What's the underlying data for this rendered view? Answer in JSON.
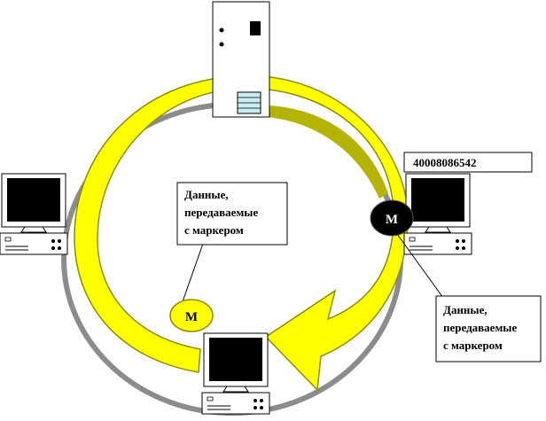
{
  "callout_left": {
    "lines": [
      "Данные,",
      "передаваемые",
      "с маркером"
    ]
  },
  "callout_right": {
    "lines": [
      "Данные,",
      "передаваемые",
      "с маркером"
    ]
  },
  "address_label": "40008086542",
  "token_moving": "М",
  "token_waiting": "М",
  "colors": {
    "ring": "#8c8c8c",
    "arrow": "#ffff00",
    "arrow_outline": "#9a9a00",
    "arrow_shadow": "#b4b400",
    "screen": "#000000",
    "server_vent": "#c8ecf0",
    "token_dark": "#000000",
    "token_light": "#ffff00"
  },
  "icons": [
    "server-icon",
    "computer-icon"
  ]
}
